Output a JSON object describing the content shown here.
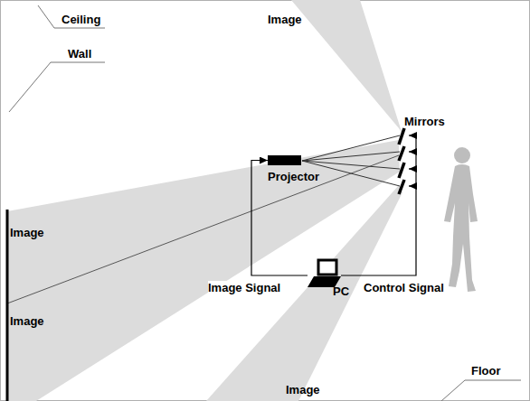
{
  "diagram": {
    "nodes": [
      {
        "text": [
          "Projector"
        ]
      },
      {
        "text": [
          "Mirrors"
        ]
      },
      {
        "text": [
          "PC"
        ]
      }
    ],
    "edges": [
      {
        "from": 2,
        "to": 0,
        "label": "Image Signal",
        "arrow": "to"
      },
      {
        "from": 2,
        "to": 1,
        "label": "Control Signal",
        "arrow": "to"
      }
    ],
    "labels": [
      "Ceiling",
      "Image",
      "Wall",
      "Image",
      "Image",
      "Image",
      "Floor"
    ]
  }
}
